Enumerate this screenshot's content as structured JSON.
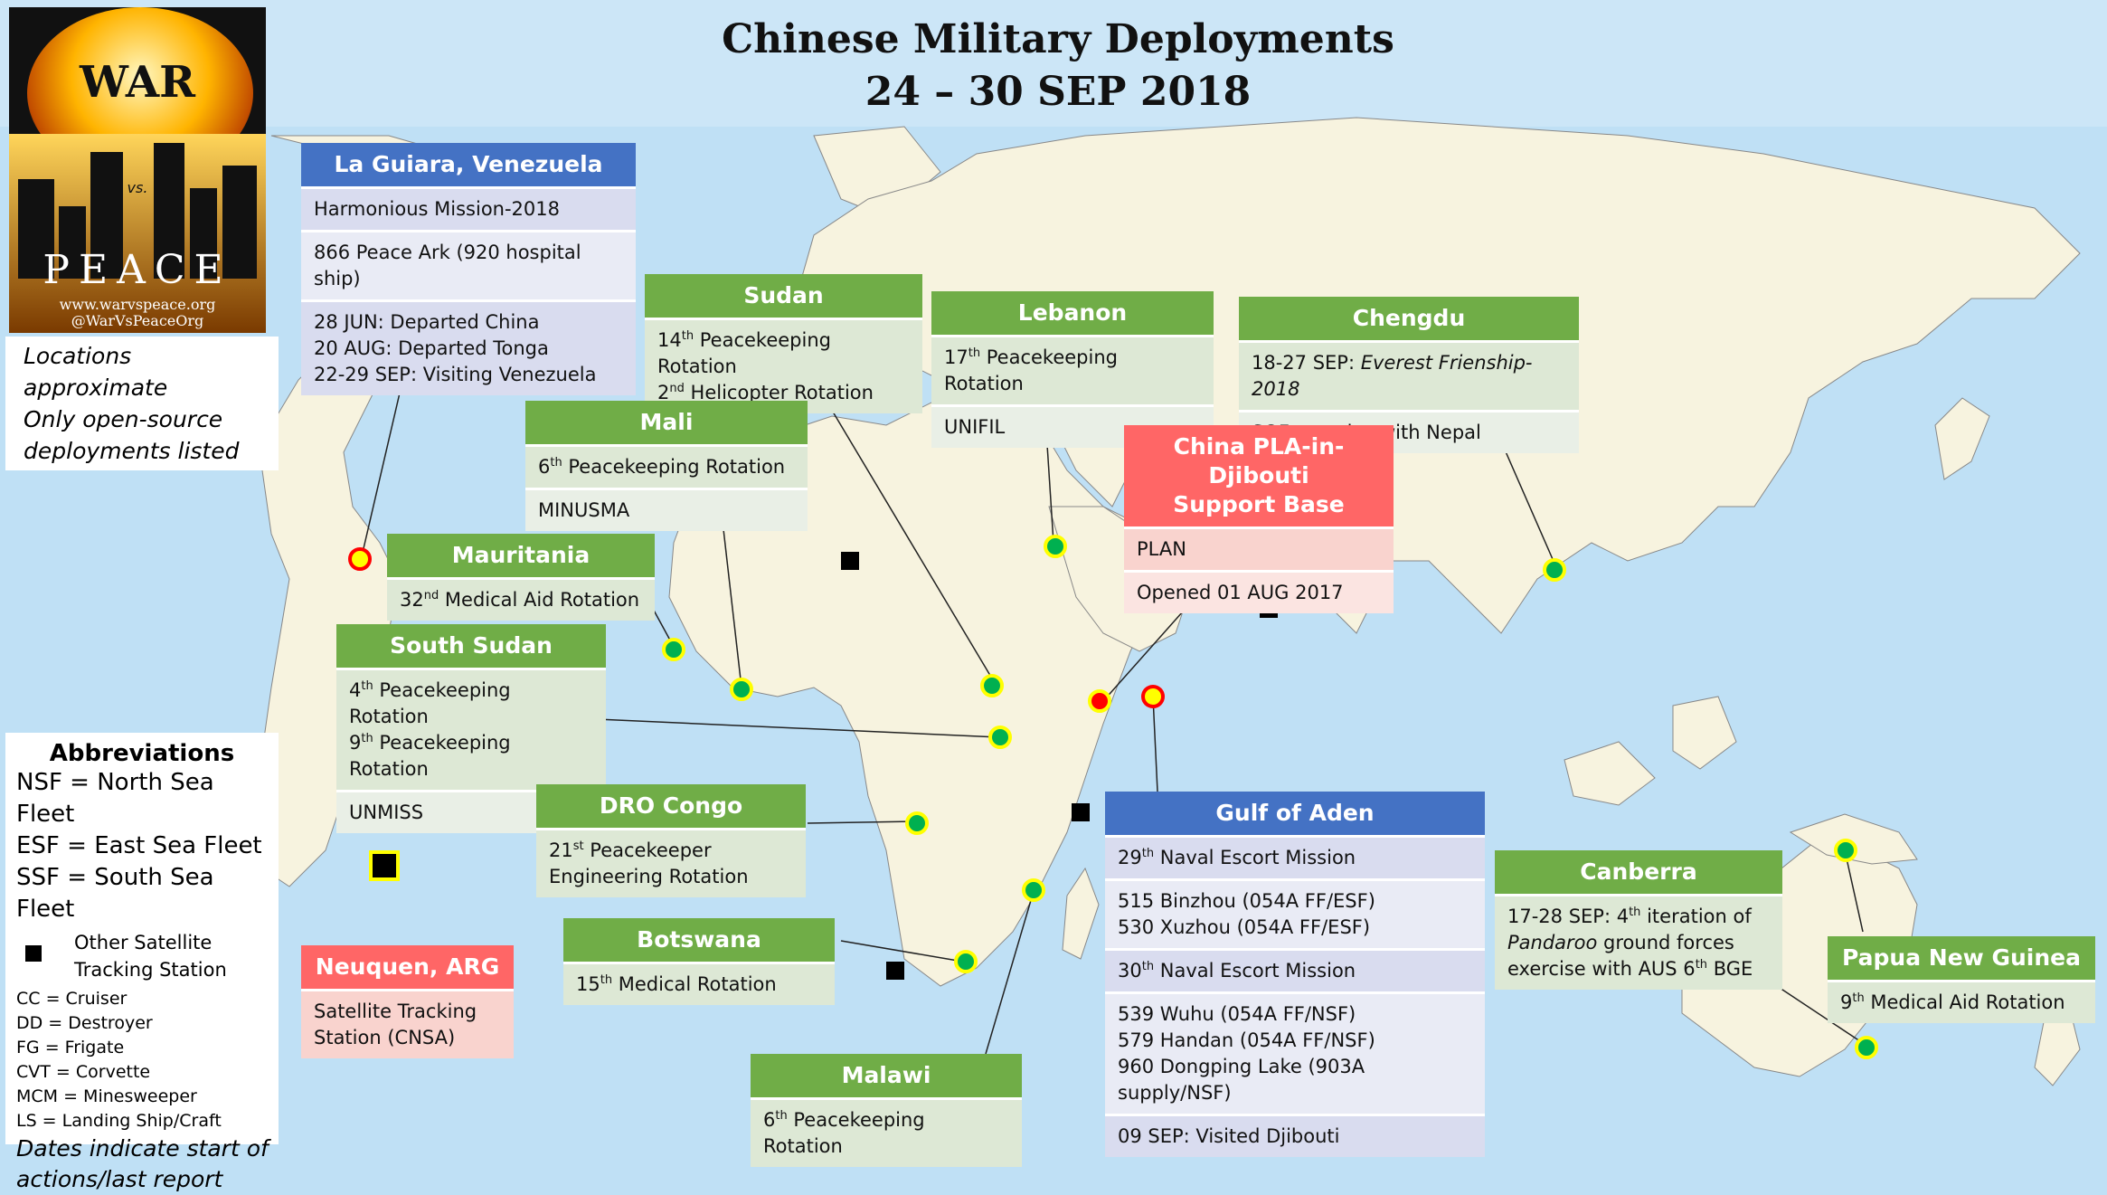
{
  "title": {
    "line1": "Chinese Military Deployments",
    "line2": "24 – 30 SEP 2018"
  },
  "logo": {
    "top": "WAR",
    "mid": "vs.",
    "bottom": "PEACE",
    "site": "www.warvspeace.org",
    "handle": "@WarVsPeaceOrg"
  },
  "note": {
    "line1": "Locations approximate",
    "line2": "Only open-source",
    "line3": "deployments listed"
  },
  "abbreviations": {
    "title": "Abbreviations",
    "nsf": "NSF = North Sea Fleet",
    "esf": "ESF = East Sea Fleet",
    "ssf": "SSF = South Sea Fleet",
    "station": "Other Satellite Tracking Station",
    "cc": "CC = Cruiser",
    "dd": "DD = Destroyer",
    "fg": "FG = Frigate",
    "cvt": "CVT = Corvette",
    "mcm": "MCM = Minesweeper",
    "ls": "LS = Landing Ship/Craft",
    "dates": "Dates indicate start of actions/last report"
  },
  "boxes": {
    "venezuela": {
      "title": "La Guiara, Venezuela",
      "r1": "Harmonious Mission-2018",
      "r2": "866 Peace Ark (920 hospital ship)",
      "r3a": "28 JUN: Departed China",
      "r3b": "20 AUG: Departed Tonga",
      "r3c": "22-29 SEP: Visiting Venezuela"
    },
    "sudan": {
      "title": "Sudan",
      "r1a_sup": "th",
      "r1a_num": "14",
      "r1a": " Peacekeeping Rotation",
      "r1b_num": "2",
      "r1b_sup": "nd",
      "r1b": " Helicopter Rotation"
    },
    "lebanon": {
      "title": "Lebanon",
      "r1_num": "17",
      "r1_sup": "th",
      "r1": " Peacekeeping Rotation",
      "r2": "UNIFIL"
    },
    "chengdu": {
      "title": "Chengdu",
      "r1a": "18-27 SEP: ",
      "r1b": "Everest Frienship-2018",
      "r2": "SOF exercise with Nepal"
    },
    "mali": {
      "title": "Mali",
      "r1_num": "6",
      "r1_sup": "th",
      "r1": " Peacekeeping Rotation",
      "r2": "MINUSMA"
    },
    "djibouti": {
      "title1": "China PLA-in-Djibouti",
      "title2": "Support Base",
      "r1": "PLAN",
      "r2": "Opened 01 AUG 2017"
    },
    "mauritania": {
      "title": "Mauritania",
      "r1_num": "32",
      "r1_sup": "nd",
      "r1": " Medical Aid Rotation"
    },
    "southsudan": {
      "title": "South Sudan",
      "r1a_num": "4",
      "r1a_sup": "th",
      "r1a": " Peacekeeping Rotation",
      "r1b_num": "9",
      "r1b_sup": "th",
      "r1b": " Peacekeeping Rotation",
      "r2": "UNMISS"
    },
    "congo": {
      "title": "DRO Congo",
      "r1a_num": "21",
      "r1a_sup": "st",
      "r1a": " Peacekeeper",
      "r1b": "Engineering Rotation"
    },
    "gulf": {
      "title": "Gulf of Aden",
      "r1_num": "29",
      "r1_sup": "th",
      "r1": " Naval Escort Mission",
      "r2a": "515 Binzhou (054A FF/ESF)",
      "r2b": "530 Xuzhou (054A FF/ESF)",
      "r3_num": "30",
      "r3_sup": "th",
      "r3": " Naval Escort Mission",
      "r4a": "539 Wuhu (054A FF/NSF)",
      "r4b": "579 Handan (054A FF/NSF)",
      "r4c": "960 Dongping Lake (903A supply/NSF)",
      "r5": "09 SEP: Visited Djibouti"
    },
    "canberra": {
      "title": "Canberra",
      "r1a": "17-28 SEP: 4",
      "r1a_sup": "th",
      "r1a2": " iteration of",
      "r1b": "Pandaroo",
      "r1b2": " ground forces",
      "r1c": "exercise with AUS 6",
      "r1c_sup": "th",
      "r1c2": " BGE"
    },
    "png": {
      "title": "Papua New Guinea",
      "r1_num": "9",
      "r1_sup": "th",
      "r1": " Medical Aid Rotation"
    },
    "botswana": {
      "title": "Botswana",
      "r1_num": "15",
      "r1_sup": "th",
      "r1": " Medical Rotation"
    },
    "neuquen": {
      "title": "Neuquen, ARG",
      "r1a": "Satellite Tracking",
      "r1b": "Station (CNSA)"
    },
    "malawi": {
      "title": "Malawi",
      "r1_num": "6",
      "r1_sup": "th",
      "r1": " Peacekeeping Rotation"
    }
  },
  "colors": {
    "ocean": "#bfe0f5",
    "land": "#f7f3df",
    "green_header": "#70ad47",
    "blue_header": "#4472c4",
    "red_header": "#ff6666",
    "marker_green": "#00b050",
    "marker_red": "#ff0000",
    "marker_yellow": "#ffff00"
  }
}
